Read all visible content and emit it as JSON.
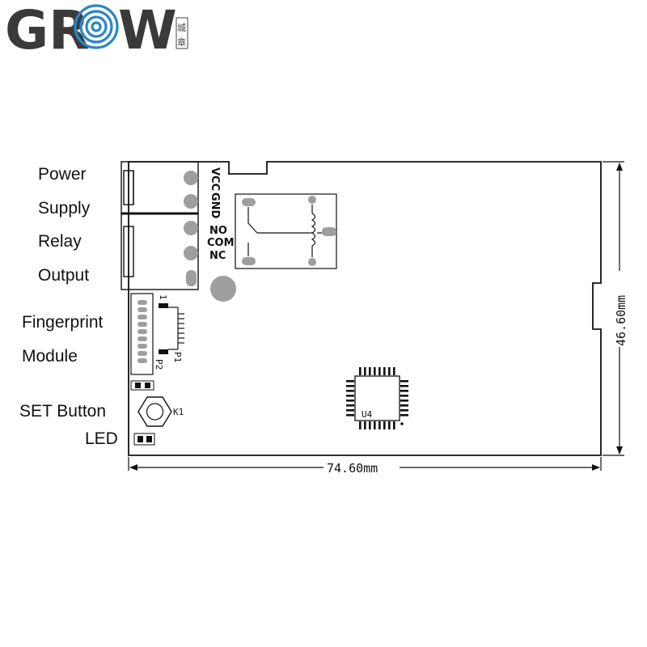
{
  "logo": {
    "text_g": "GR",
    "text_w": "W",
    "seal": [
      "城",
      "章"
    ]
  },
  "labels": {
    "power": "Power",
    "supply": "Supply",
    "relay": "Relay",
    "output": "Output",
    "fingerprint": "Fingerprint",
    "module": "Module",
    "set_button": "SET Button",
    "led": "LED"
  },
  "pins": {
    "vcc": "VCC",
    "gnd": "GND",
    "no": "NO",
    "com": "COM",
    "nc": "NC"
  },
  "refs": {
    "p1": "P1",
    "p2": "P2",
    "pin1": "1",
    "k1": "K1",
    "u4": "U4"
  },
  "dimensions": {
    "width": "74.60mm",
    "height": "46.60mm"
  },
  "colors": {
    "pad": "#9e9e9e",
    "logo_gray": "#3a3a3a",
    "logo_blue": "#2a86c6",
    "line": "#111111"
  }
}
